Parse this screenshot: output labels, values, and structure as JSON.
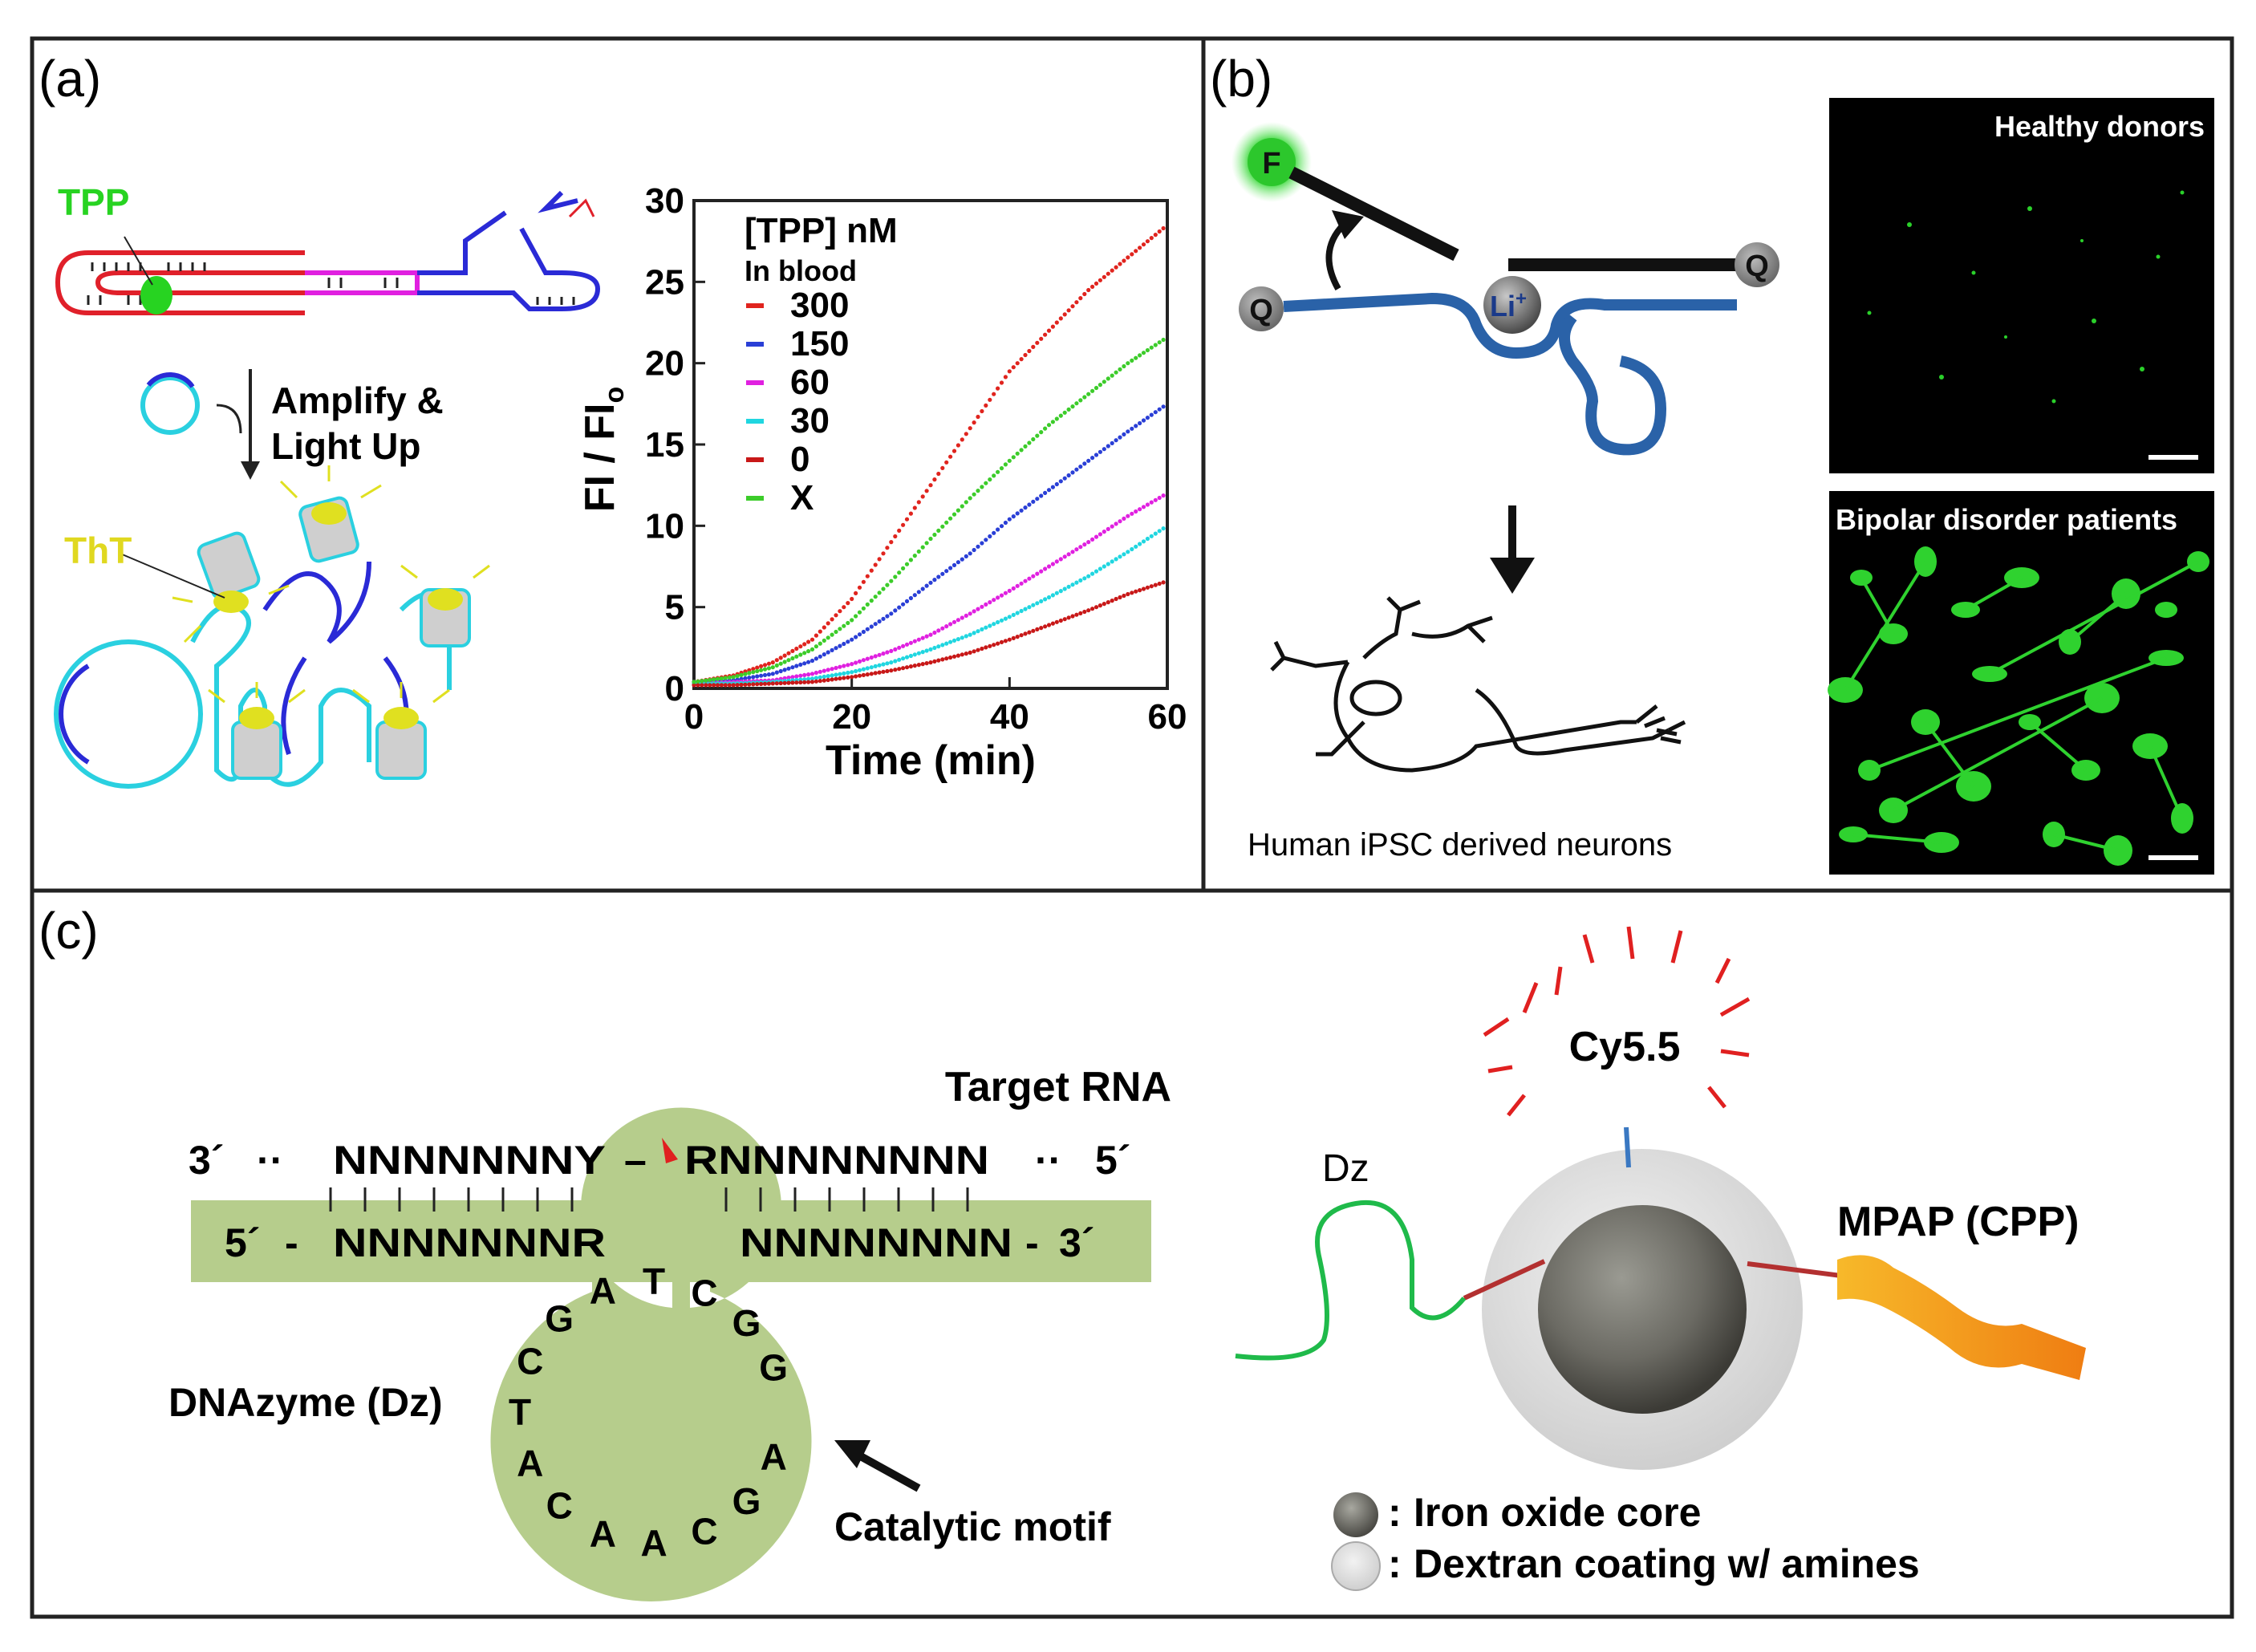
{
  "panel_a": {
    "label": "(a)",
    "tpp_label": "TPP",
    "amplify_line1": "Amplify &",
    "amplify_line2": "Light Up",
    "tht_label": "ThT",
    "chart": {
      "ylabel_main": "FI / FI",
      "ylabel_sub": "o",
      "xlabel": "Time (min)",
      "x_ticks": [
        "0",
        "20",
        "40",
        "60"
      ],
      "y_ticks": [
        "0",
        "5",
        "10",
        "15",
        "20",
        "25",
        "30"
      ],
      "legend_title": "[TPP] nM",
      "legend_subtitle": "In blood",
      "legend_entries": [
        "300",
        "150",
        "60",
        "30",
        "0",
        "X"
      ]
    }
  },
  "chart_data": {
    "type": "scatter",
    "xlabel": "Time (min)",
    "ylabel": "FI / FIo",
    "xlim": [
      0,
      60
    ],
    "ylim": [
      0,
      30
    ],
    "x": [
      0,
      5,
      10,
      15,
      20,
      25,
      30,
      35,
      40,
      45,
      50,
      55,
      60
    ],
    "series": [
      {
        "name": "300",
        "color": "#e0241e",
        "values": [
          0.4,
          0.8,
          1.6,
          3.0,
          5.5,
          9.0,
          12.5,
          16.0,
          19.5,
          22.0,
          24.5,
          26.5,
          28.5
        ]
      },
      {
        "name": "150",
        "color": "#2a3fd6",
        "values": [
          0.4,
          0.5,
          0.9,
          1.7,
          3.0,
          4.6,
          6.5,
          8.3,
          10.4,
          12.2,
          14.0,
          15.8,
          17.5
        ]
      },
      {
        "name": "60",
        "color": "#e020e0",
        "values": [
          0.3,
          0.4,
          0.5,
          0.9,
          1.5,
          2.3,
          3.3,
          4.6,
          6.0,
          7.5,
          9.0,
          10.6,
          12.0
        ]
      },
      {
        "name": "30",
        "color": "#20d6e0",
        "values": [
          0.3,
          0.3,
          0.4,
          0.6,
          1.0,
          1.6,
          2.4,
          3.3,
          4.4,
          5.6,
          6.9,
          8.4,
          10.0
        ]
      },
      {
        "name": "0",
        "color": "#c81818",
        "values": [
          0.2,
          0.2,
          0.3,
          0.4,
          0.7,
          1.1,
          1.6,
          2.2,
          3.0,
          3.9,
          4.8,
          5.8,
          6.6
        ]
      },
      {
        "name": "X",
        "color": "#3ccc2a",
        "values": [
          0.4,
          0.7,
          1.3,
          2.4,
          4.2,
          6.6,
          9.2,
          11.7,
          14.0,
          16.2,
          18.1,
          20.0,
          21.6
        ]
      }
    ]
  },
  "panel_b": {
    "label": "(b)",
    "f_label": "F",
    "q_label": "Q",
    "li_label": "Li",
    "li_sup": "+",
    "neuron_caption": "Human iPSC derived neurons",
    "micrograph_top_title": "Healthy donors",
    "micrograph_bottom_title": "Bipolar disorder patients"
  },
  "panel_c": {
    "label": "(c)",
    "target_rna": "Target RNA",
    "top_strand": {
      "left_end": "3´",
      "dots_left": "··",
      "left_seq": "NNNNNNNY",
      "dash": "–",
      "right_seq": "RNNNNNNNN",
      "dots_right": "··",
      "right_end": "5´"
    },
    "bottom_strand": {
      "left_end": "5´",
      "left_dash": "-",
      "left_seq": "NNNNNNNR",
      "right_seq": "NNNNNNNN",
      "right_dash": "-",
      "right_end": "3´"
    },
    "loop_letters": [
      "G",
      "G",
      "C",
      "T",
      "A",
      "G",
      "C",
      "T",
      "A",
      "C",
      "A",
      "A",
      "C",
      "G",
      "A"
    ],
    "dnazyme_label": "DNAzyme (Dz)",
    "catalytic_label": "Catalytic motif",
    "cy55_label": "Cy5.5",
    "dz_label": "Dz",
    "mpap_label": "MPAP (CPP)",
    "legend_core": "Iron oxide core",
    "legend_coating": "Dextran coating w/ amines",
    "legend_colon": ":"
  },
  "colors": {
    "frame": "#222222",
    "hairpin_red": "#e0202a",
    "strand_blue": "#2a2ad6",
    "cyan": "#2ad0e0",
    "tpp_green": "#27d321",
    "tht_yellow": "#e0e020",
    "probe_blue": "#2a62a8",
    "dz_green_fill": "#b6cd8c",
    "dz_strand_green": "#1fba4a",
    "cy55_red": "#e02020",
    "mpap_orange": "#f29a1a"
  }
}
